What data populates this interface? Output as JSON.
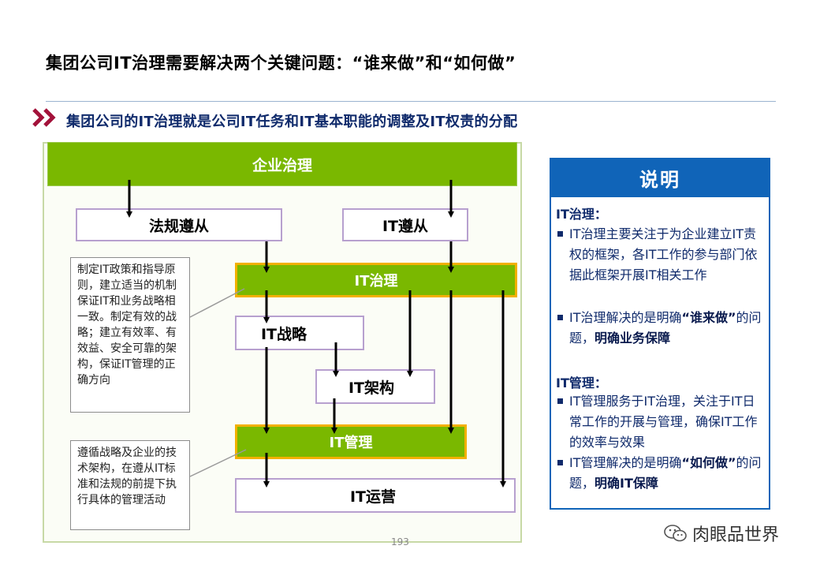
{
  "title": "集团公司IT治理需要解决两个关键问题：“谁来做”和“如何做”",
  "subtitle": "集团公司的IT治理就是公司IT任务和IT基本职能的调整及IT权责的分配",
  "colors": {
    "green": "#7ab800",
    "yellow_border": "#f2b000",
    "navy": "#0f2a6b",
    "panel_blue": "#1064b8",
    "chevron": "#a3123a"
  },
  "diagram": {
    "enterprise_governance": "企业治理",
    "compliance_regulations": "法规遵从",
    "it_compliance": "IT遵从",
    "it_governance": "IT治理",
    "it_strategy": "IT战略",
    "it_architecture": "IT架构",
    "it_management": "IT管理",
    "it_operations": "IT运营",
    "note1": "制定IT政策和指导原则，建立适当的机制保证IT和业务战略相一致。制定有效的战略；建立有效率、有效益、安全可靠的架构，保证IT管理的正确方向",
    "note2": "遵循战略及企业的技术架构，在遵从IT标准和法规的前提下执行具体的管理活动",
    "page_number": "193"
  },
  "panel": {
    "header": "说明",
    "sec1_title": "IT治理：",
    "sec1_b1": "IT治理主要关注于为企业建立IT责权的框架，各IT工作的参与部门依据此框架开展IT相关工作",
    "sec1_b2_pre": "IT治理解决的是明确",
    "sec1_b2_q": "“谁来做”",
    "sec1_b2_mid": "的问题，",
    "sec1_b2_bold": "明确业务保障",
    "sec2_title": "IT管理：",
    "sec2_b1": "IT管理服务于IT治理，关注于IT日常工作的开展与管理，确保IT工作的效率与效果",
    "sec2_b2_pre": "IT管理解决的是明确",
    "sec2_b2_q": "“如何做”",
    "sec2_b2_mid": "的问题，",
    "sec2_b2_bold": "明确IT保障"
  },
  "watermark": {
    "text": "肉眼品世界",
    "icon": "wechat-icon"
  }
}
